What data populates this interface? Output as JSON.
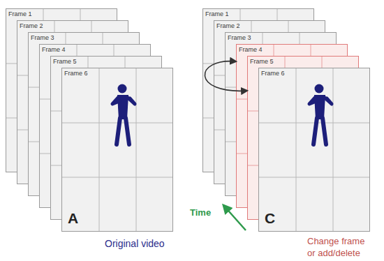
{
  "diagram": {
    "nodes": [
      {
        "text": [
          "Frame 1"
        ]
      },
      {
        "text": [
          "Frame 2"
        ]
      },
      {
        "text": [
          "Frame 3"
        ]
      },
      {
        "text": [
          "Frame 4"
        ]
      },
      {
        "text": [
          "Frame 5"
        ]
      },
      {
        "text": [
          "Frame 6",
          "A"
        ]
      },
      {
        "text": [
          "Frame 1"
        ]
      },
      {
        "text": [
          "Frame 2"
        ]
      },
      {
        "text": [
          "Frame 3"
        ]
      },
      {
        "text": [
          "Frame 4"
        ]
      },
      {
        "text": [
          "Frame 5"
        ]
      },
      {
        "text": [
          "Frame 6",
          "C"
        ]
      }
    ],
    "edges": [
      {
        "from": 9,
        "to": 10,
        "arrow": "both"
      }
    ],
    "labels": [
      "Original video",
      "Time",
      "Change frame or add/delete"
    ]
  }
}
